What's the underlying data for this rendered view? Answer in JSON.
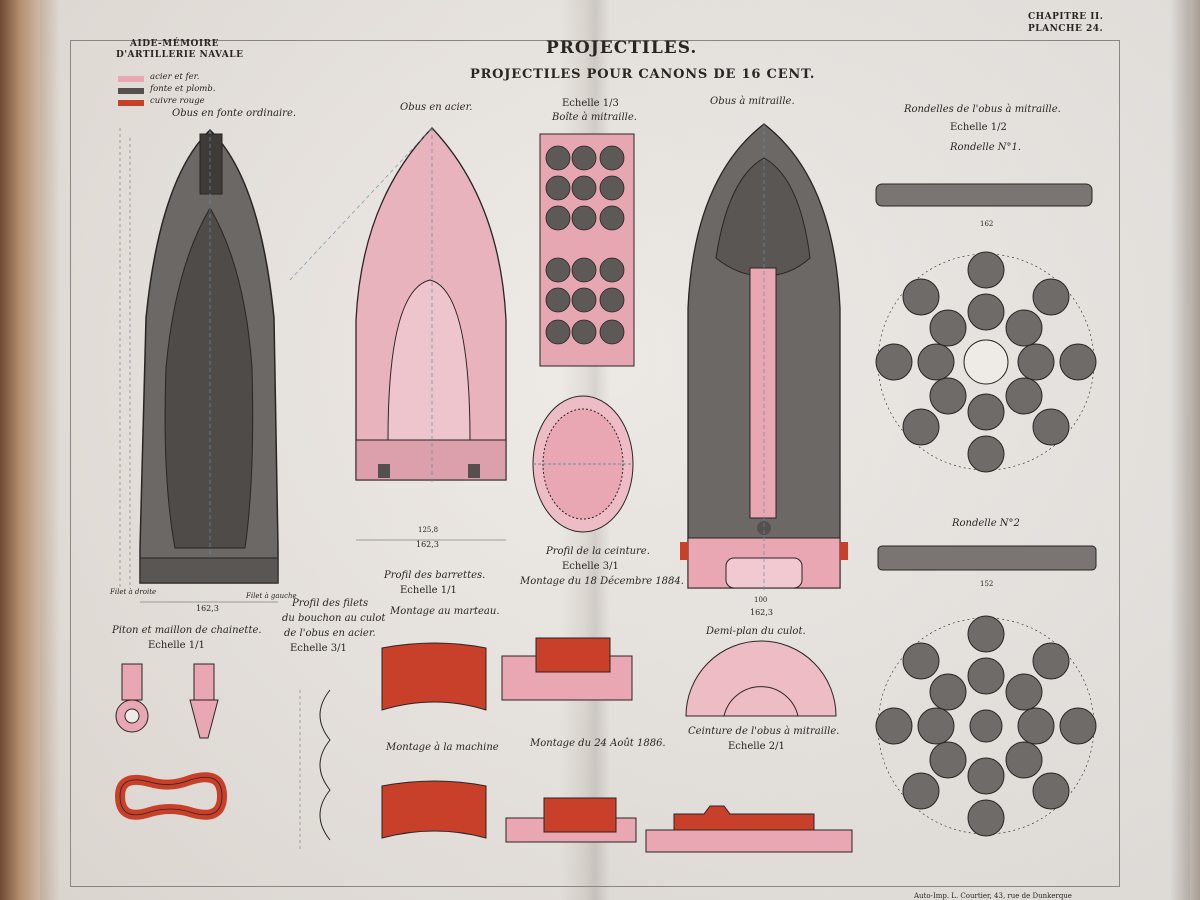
{
  "header": {
    "left_line1": "AIDE-MÉMOIRE",
    "left_line2": "D'ARTILLERIE NAVALE",
    "center": "PROJECTILES.",
    "right_line1": "CHAPITRE II.",
    "right_line2": "PLANCHE 24."
  },
  "plate_title": "PROJECTILES POUR CANONS DE 16 CENT.",
  "legend": [
    {
      "label": "acier et fer.",
      "color": "#e9a7b3"
    },
    {
      "label": "fonte et plomb.",
      "color": "#55504d"
    },
    {
      "label": "cuivre rouge",
      "color": "#c8402a"
    }
  ],
  "figures": {
    "obus_fonte": {
      "caption": "Obus en fonte ordinaire.",
      "note_left": "Filet à droite",
      "note_right": "Filet à gauche"
    },
    "obus_acier": {
      "caption": "Obus en acier."
    },
    "boite": {
      "caption": "Boîte à mitraille.",
      "scale": "Echelle 1/3"
    },
    "obus_mitraille": {
      "caption": "Obus à mitraille."
    },
    "rondelles": {
      "caption": "Rondelles de l'obus à mitraille.",
      "scale": "Echelle 1/2",
      "r1": "Rondelle N°1.",
      "r2": "Rondelle N°2"
    },
    "piton": {
      "caption": "Piton et maillon de chainette.",
      "scale": "Echelle 1/1"
    },
    "filets": {
      "line1": "Profil des filets",
      "line2": "du bouchon au culot",
      "line3": "de l'obus en acier.",
      "scale": "Echelle 3/1"
    },
    "barrettes": {
      "caption": "Profil des barrettes.",
      "scale": "Echelle 1/1",
      "m1": "Montage au marteau.",
      "m2": "Montage à la machine"
    },
    "ceinture_profil": {
      "caption": "Profil de la ceinture.",
      "scale": "Echelle 3/1",
      "m1": "Montage du 18 Décembre 1884.",
      "m2": "Montage du 24 Août 1886."
    },
    "demi_plan": {
      "caption": "Demi-plan du culot."
    },
    "ceinture_mitraille": {
      "caption": "Ceinture de l'obus à mitraille.",
      "scale": "Echelle 2/1"
    }
  },
  "dimensions": {
    "fonte_width": "162,3",
    "acier_width": "162,3",
    "mitraille_width": "162,3",
    "rondelle1_width": "162",
    "rondelle2_width": "152",
    "mitraille_base": "100",
    "acier_base": "125,8"
  },
  "footer": "Auto-Imp. L. Courtier, 43, rue de Dunkerque"
}
